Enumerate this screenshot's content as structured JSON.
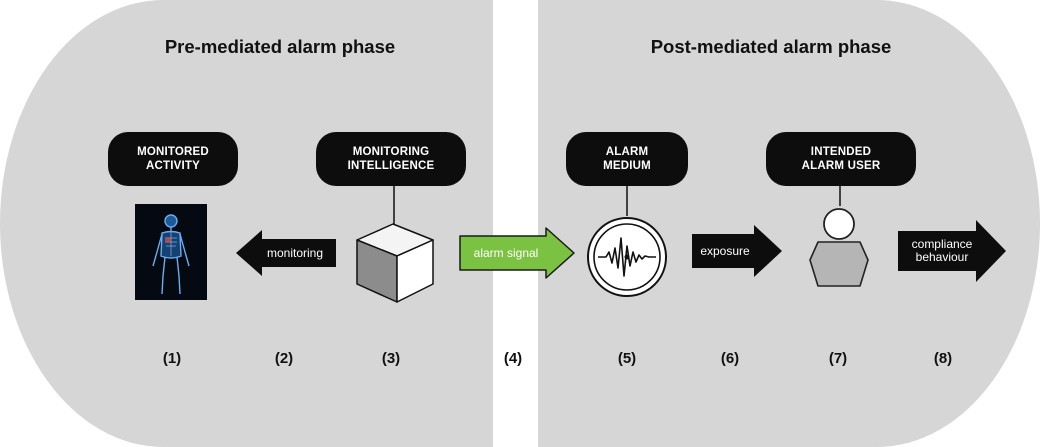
{
  "phases": {
    "pre": {
      "title": "Pre-mediated alarm phase"
    },
    "post": {
      "title": "Post-mediated alarm phase"
    }
  },
  "components": {
    "monitored_activity": {
      "line1": "MONITORED",
      "line2": "ACTIVITY"
    },
    "monitoring_intelligence": {
      "line1": "MONITORING",
      "line2": "INTELLIGENCE"
    },
    "alarm_medium": {
      "line1": "ALARM",
      "line2": "MEDIUM"
    },
    "intended_alarm_user": {
      "line1": "INTENDED",
      "line2": "ALARM USER"
    }
  },
  "arrows": {
    "monitoring": "monitoring",
    "alarm_signal": "alarm signal",
    "exposure": "exposure",
    "compliance_line1": "compliance",
    "compliance_line2": "behaviour"
  },
  "numbers": [
    "(1)",
    "(2)",
    "(3)",
    "(4)",
    "(5)",
    "(6)",
    "(7)",
    "(8)"
  ],
  "colors": {
    "background": "#d6d6d6",
    "pill": "#0d0d0d",
    "alarm_signal_arrow": "#7cc242",
    "user_icon": "#b5b5b5"
  },
  "icons": {
    "monitored_activity": "human-body-xray-icon",
    "monitoring_intelligence": "cube-icon",
    "alarm_medium": "alarm-waveform-icon",
    "intended_alarm_user": "person-icon"
  }
}
